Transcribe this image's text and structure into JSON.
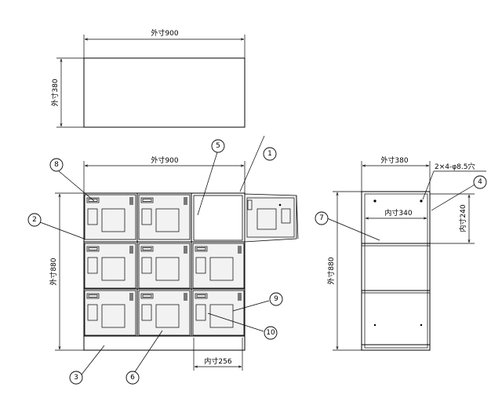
{
  "dimensions": {
    "top_width": "外寸900",
    "top_depth": "外寸380",
    "front_width": "外寸900",
    "front_height": "外寸880",
    "inner_width": "内寸256",
    "side_depth": "外寸380",
    "side_height": "外寸880",
    "side_inner_width": "内寸340",
    "side_inner_height": "内寸240",
    "hole_spec": "2×4-φ8.5穴"
  },
  "callouts": {
    "c1": "1",
    "c2": "2",
    "c3": "3",
    "c4": "4",
    "c5": "5",
    "c6": "6",
    "c7": "7",
    "c8": "8",
    "c9": "9",
    "c10": "10"
  }
}
